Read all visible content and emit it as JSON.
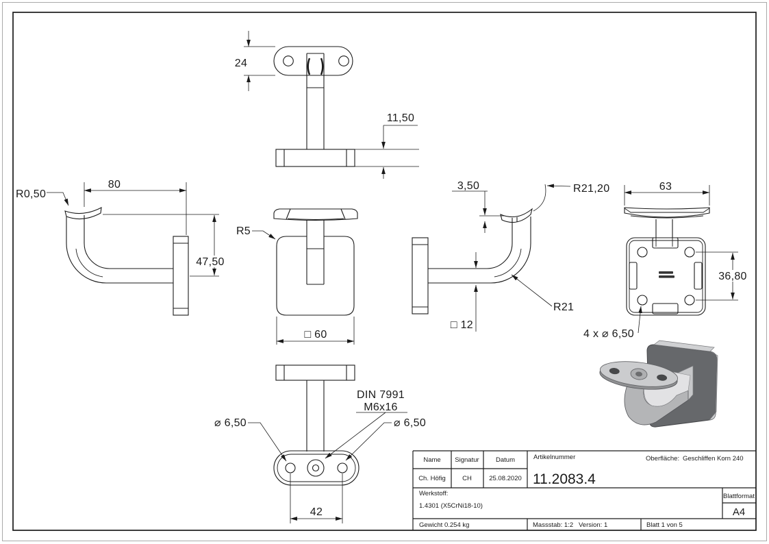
{
  "title_block": {
    "name_label": "Name",
    "signatur_label": "Signatur",
    "datum_label": "Datum",
    "name_value": "Ch. Höfig",
    "signatur_value": "CH",
    "datum_value": "25.08.2020",
    "artikelnummer_label": "Artikelnummer",
    "artikelnummer_value": "11.2083.4",
    "oberflaeche_label": "Oberfläche:",
    "oberflaeche_value": "Geschliffen Korn 240",
    "werkstoff_label": "Werkstoff:",
    "werkstoff_value": "1.4301 (X5CrNi18-10)",
    "blattformat_label": "Blattformat",
    "blattformat_value": "A4",
    "gewicht": "Gewicht 0.254 kg",
    "massstab": "Massstab: 1:2",
    "version": "Version: 1",
    "blatt": "Blatt 1 von 5"
  },
  "dimensions": {
    "top_view": {
      "height": "24",
      "plate_thickness": "11,50"
    },
    "left_view": {
      "edge_radius": "R0,50",
      "reach": "80",
      "drop": "47,50"
    },
    "front_view": {
      "corner_radius": "R5",
      "plate_size": "□ 60"
    },
    "right_view": {
      "saddle_thickness": "3,50",
      "saddle_radius": "R21,20",
      "bend_radius": "R21",
      "arm_section": "□ 12"
    },
    "back_view": {
      "saddle_length": "63",
      "hole_spacing": "36,80",
      "holes": "4 x ⌀ 6,50"
    },
    "bottom_view": {
      "hole_left": "⌀ 6,50",
      "hole_right": "⌀ 6,50",
      "screw_line1": "DIN 7991",
      "screw_line2": "M6x16",
      "hole_distance": "42"
    }
  },
  "colors": {
    "line": "#1a1a1a",
    "outer_border": "#a9a9a9",
    "background": "#ffffff",
    "iso_dark": "#66686b",
    "iso_mid": "#b4b5b7",
    "iso_light": "#e2e2e4"
  }
}
